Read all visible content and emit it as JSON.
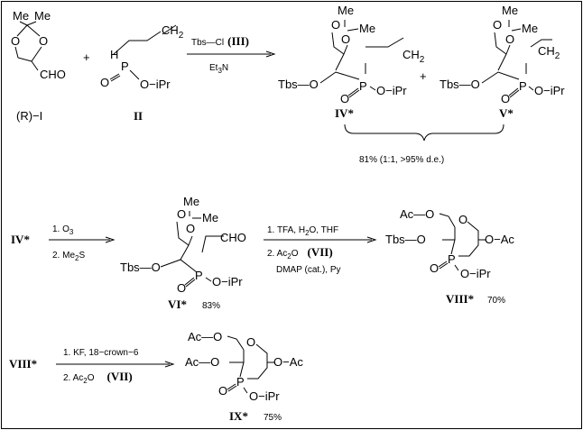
{
  "scheme": {
    "reactant_1": {
      "cmpd_label": "(R)−I",
      "me1": "Me",
      "me2": "Me",
      "o1": "O",
      "o2": "O",
      "cho": "CHO"
    },
    "reactant_2": {
      "cmpd_label": "II",
      "h": "H",
      "p": "P",
      "o_dbl": "O",
      "oipr": "O−iPr",
      "ch2": "CH",
      "ch2_sub": "2"
    },
    "plus_1": "+",
    "step_1": {
      "reagent_top": "Tbs—Cl",
      "reagent_top_label": "(III)",
      "reagent_bottom": "Et",
      "reagent_bottom_sub": "3",
      "reagent_bottom_tail": "N"
    },
    "product_iv": {
      "cmpd_label": "IV*",
      "tbs": "Tbs—O",
      "p": "P",
      "o_dbl": "O",
      "oipr": "O−iPr",
      "me1": "Me",
      "me2": "Me",
      "o1": "O",
      "o2": "O",
      "ch2": "CH",
      "ch2_sub": "2"
    },
    "plus_2": "+",
    "product_v": {
      "cmpd_label": "V*",
      "tbs": "Tbs—O",
      "p": "P",
      "o_dbl": "O",
      "oipr": "O−iPr",
      "me1": "Me",
      "me2": "Me",
      "o1": "O",
      "o2": "O",
      "ch2": "CH",
      "ch2_sub": "2"
    },
    "yield_1": "81% (1:1, >95% d.e.)",
    "row_2_start": "IV*",
    "step_2": {
      "line_1": "1. O",
      "line_1_sub": "3",
      "line_2": "2. Me",
      "line_2_sub": "2",
      "line_2_tail": "S"
    },
    "product_vi": {
      "cmpd_label": "VI*",
      "yield": "83%",
      "tbs": "Tbs—O",
      "p": "P",
      "o_dbl": "O",
      "oipr": "O−iPr",
      "cho": "CHO",
      "me1": "Me",
      "me2": "Me",
      "o1": "O",
      "o2": "O"
    },
    "step_3": {
      "line_1": "1. TFA, H",
      "line_1_sub": "2",
      "line_1_tail": "O, THF",
      "line_2": "2. Ac",
      "line_2_sub": "2",
      "line_2_tail": "O",
      "line_2_label": "(VII)",
      "line_3": "DMAP (cat.), Py"
    },
    "product_viii": {
      "cmpd_label": "VIII*",
      "yield": "70%",
      "aco": "Ac—O",
      "tbs": "Tbs—O",
      "ring_o": "O",
      "oac": "O−Ac",
      "p": "P",
      "o_dbl": "O",
      "oipr": "O−iPr"
    },
    "row_3_start": "VIII*",
    "step_4": {
      "line_1": "1. KF, 18−crown−6",
      "line_2": "2. Ac",
      "line_2_sub": "2",
      "line_2_tail": "O",
      "line_2_label": "(VII)"
    },
    "product_ix": {
      "cmpd_label": "IX*",
      "yield": "75%",
      "aco_top": "Ac—O",
      "aco_left": "Ac—O",
      "ring_o": "O",
      "oac": "O−Ac",
      "p": "P",
      "o_dbl": "O",
      "oipr": "O−iPr"
    }
  }
}
